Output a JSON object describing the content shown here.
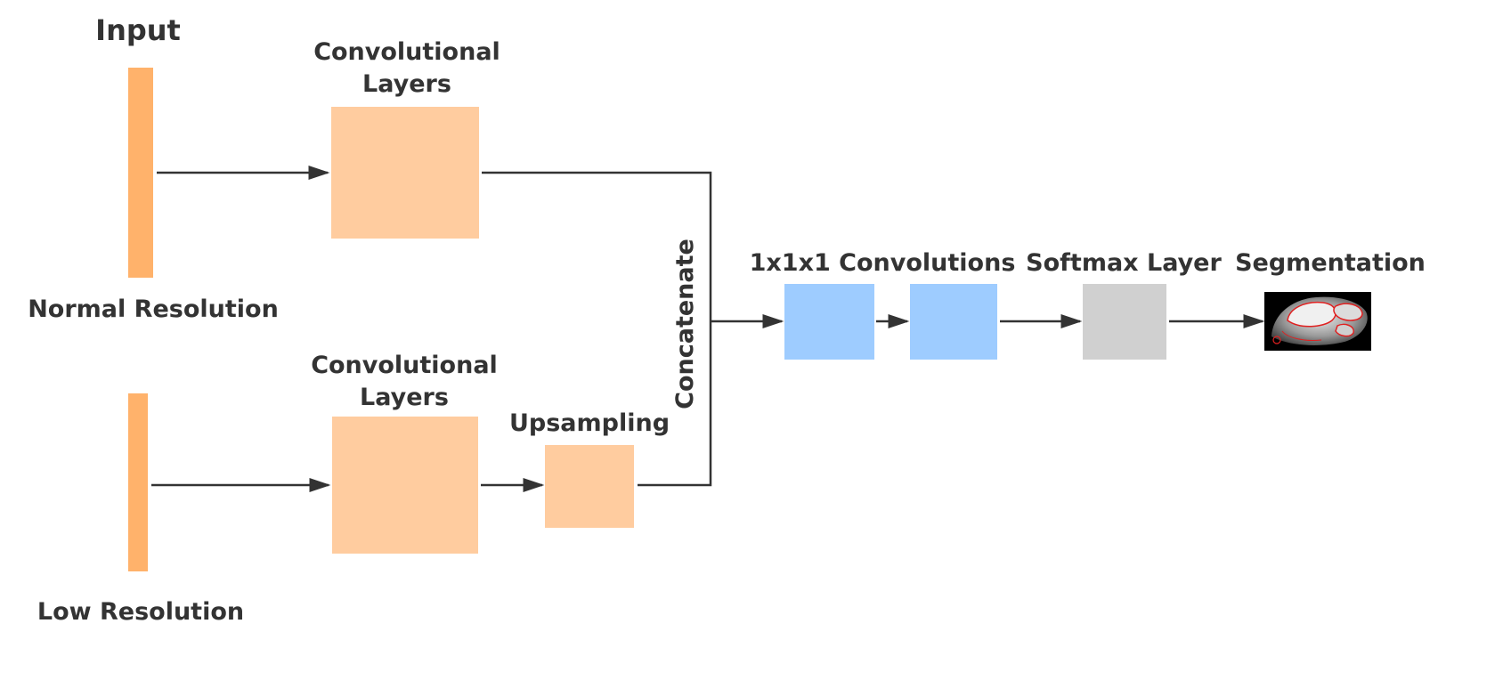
{
  "labels": {
    "input": "Input",
    "conv_layers_top_line1": "Convolutional",
    "conv_layers_top_line2": "Layers",
    "normal_resolution": "Normal Resolution",
    "conv_layers_bottom_line1": "Convolutional",
    "conv_layers_bottom_line2": "Layers",
    "upsampling": "Upsampling",
    "low_resolution": "Low Resolution",
    "concatenate": "Concatenate",
    "conv_1x1x1": "1x1x1 Convolutions",
    "softmax": "Softmax Layer",
    "segmentation": "Segmentation"
  },
  "colors": {
    "input_bar": "#FFB26B",
    "conv_block": "#FFCC9F",
    "conv_1x1x1_block": "#9ECCFF",
    "softmax_block": "#D0D0D0",
    "arrow": "#333333",
    "text": "#333333",
    "segmentation_contour": "#E02020"
  }
}
